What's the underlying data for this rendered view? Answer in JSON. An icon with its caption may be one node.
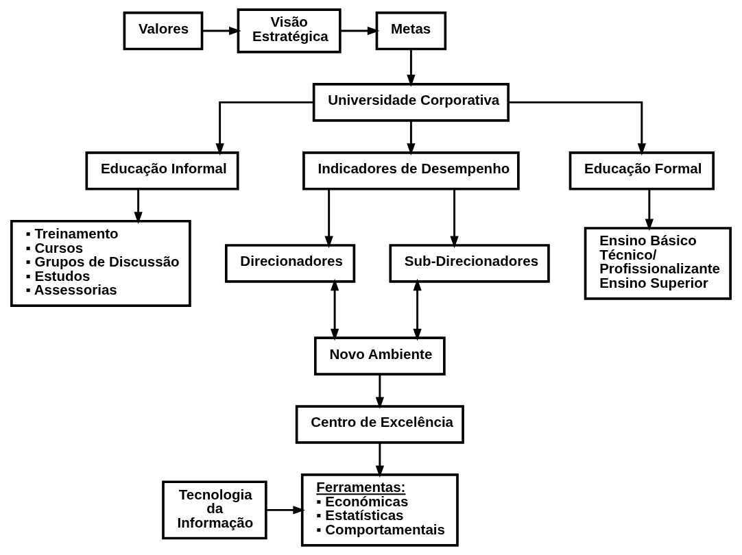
{
  "diagram": {
    "nodes": [
      {
        "text": [
          "Valores"
        ]
      },
      {
        "text": [
          "Visão Estratégica"
        ]
      },
      {
        "text": [
          "Metas"
        ]
      },
      {
        "text": [
          "Universidade Corporativa"
        ]
      },
      {
        "text": [
          "Educação Informal"
        ]
      },
      {
        "text": [
          "Indicadores de Desempenho"
        ]
      },
      {
        "text": [
          "Educação Formal"
        ]
      },
      {
        "text": [
          "▪ Treinamento",
          "▪ Cursos",
          "▪ Grupos de Discussão",
          "▪ Estudos",
          "▪ Assessorias"
        ]
      },
      {
        "text": [
          "Direcionadores"
        ]
      },
      {
        "text": [
          "Sub-Direcionadores"
        ]
      },
      {
        "text": [
          "Ensino Básico",
          "Técnico/ Profissionalizante",
          "Ensino Superior"
        ]
      },
      {
        "text": [
          "Novo Ambiente"
        ]
      },
      {
        "text": [
          "Centro de Excelência"
        ]
      },
      {
        "text": [
          "Ferramentas:",
          "▪ Económicas",
          "▪ Estatísticas",
          "▪ Comportamentais"
        ]
      },
      {
        "text": [
          "Tecnologia da Informação"
        ]
      }
    ],
    "edges": [
      {
        "from": 0,
        "to": 1,
        "arrow": "to"
      },
      {
        "from": 1,
        "to": 2,
        "arrow": "to"
      },
      {
        "from": 2,
        "to": 3,
        "arrow": "to"
      },
      {
        "from": 3,
        "to": 4,
        "arrow": "to"
      },
      {
        "from": 3,
        "to": 5,
        "arrow": "to"
      },
      {
        "from": 3,
        "to": 6,
        "arrow": "to"
      },
      {
        "from": 4,
        "to": 7,
        "arrow": "to"
      },
      {
        "from": 5,
        "to": 8,
        "arrow": "to"
      },
      {
        "from": 5,
        "to": 9,
        "arrow": "to"
      },
      {
        "from": 6,
        "to": 10,
        "arrow": "to"
      },
      {
        "from": 8,
        "to": 11,
        "arrow": "both"
      },
      {
        "from": 9,
        "to": 11,
        "arrow": "both"
      },
      {
        "from": 11,
        "to": 12,
        "arrow": "to"
      },
      {
        "from": 12,
        "to": 13,
        "arrow": "to"
      },
      {
        "from": 14,
        "to": 13,
        "arrow": "to"
      }
    ]
  }
}
